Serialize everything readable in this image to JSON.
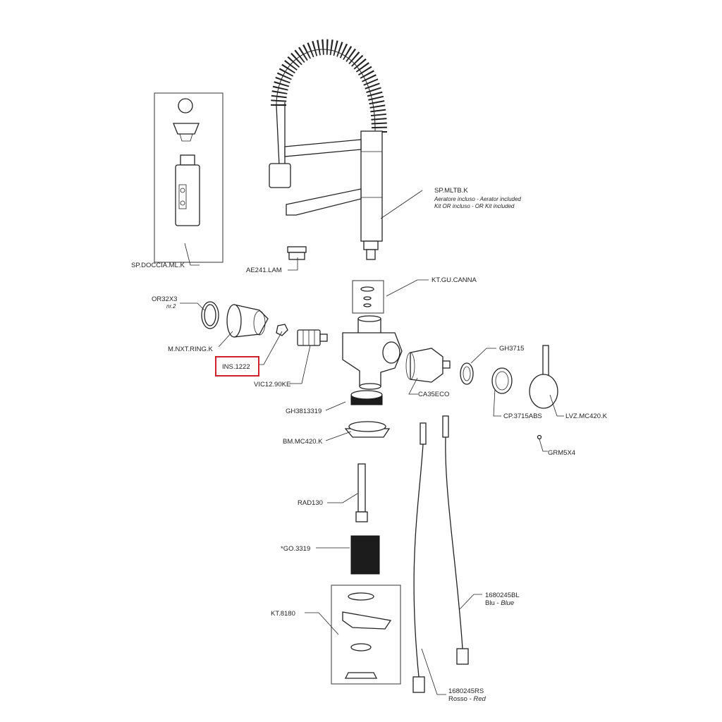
{
  "labels": {
    "sp_doccia": "SP.DOCCIA.ML.K",
    "sp_mltb": "SP.MLTB.K",
    "sp_mltb_note1": "Aeratore incluso - Aerator included",
    "sp_mltb_note2": "Kit OR incluso - OR Kit included",
    "ae241": "AE241.LAM",
    "kt_gu_canna": "KT.GU.CANNA",
    "or32x3": "OR32X3",
    "or32x3_qty": "nr.2",
    "m_nxt_ring": "M.NXT.RING.K",
    "ins1222": "INS.1222",
    "vic12": "VIC12.90KE",
    "gh3715": "GH3715",
    "ca35eco": "CA35ECO",
    "cp3715": "CP.3715ABS",
    "lvz": "LVZ.MC420.K",
    "gh3813319": "GH3813319",
    "bm_mc420": "BM.MC420.K",
    "grm5x4": "GRM5X4",
    "rad130": "RAD130",
    "go3319": "*GO.3319",
    "kt8180": "KT.8180",
    "bl_code": "1680245BL",
    "bl_lang": "Blu - ",
    "bl_en": "Blue",
    "rs_code": "1680245RS",
    "rs_lang": "Rosso - ",
    "rs_en": "Red"
  },
  "highlight": {
    "label": "INS.1222",
    "color": "#d0202a"
  }
}
